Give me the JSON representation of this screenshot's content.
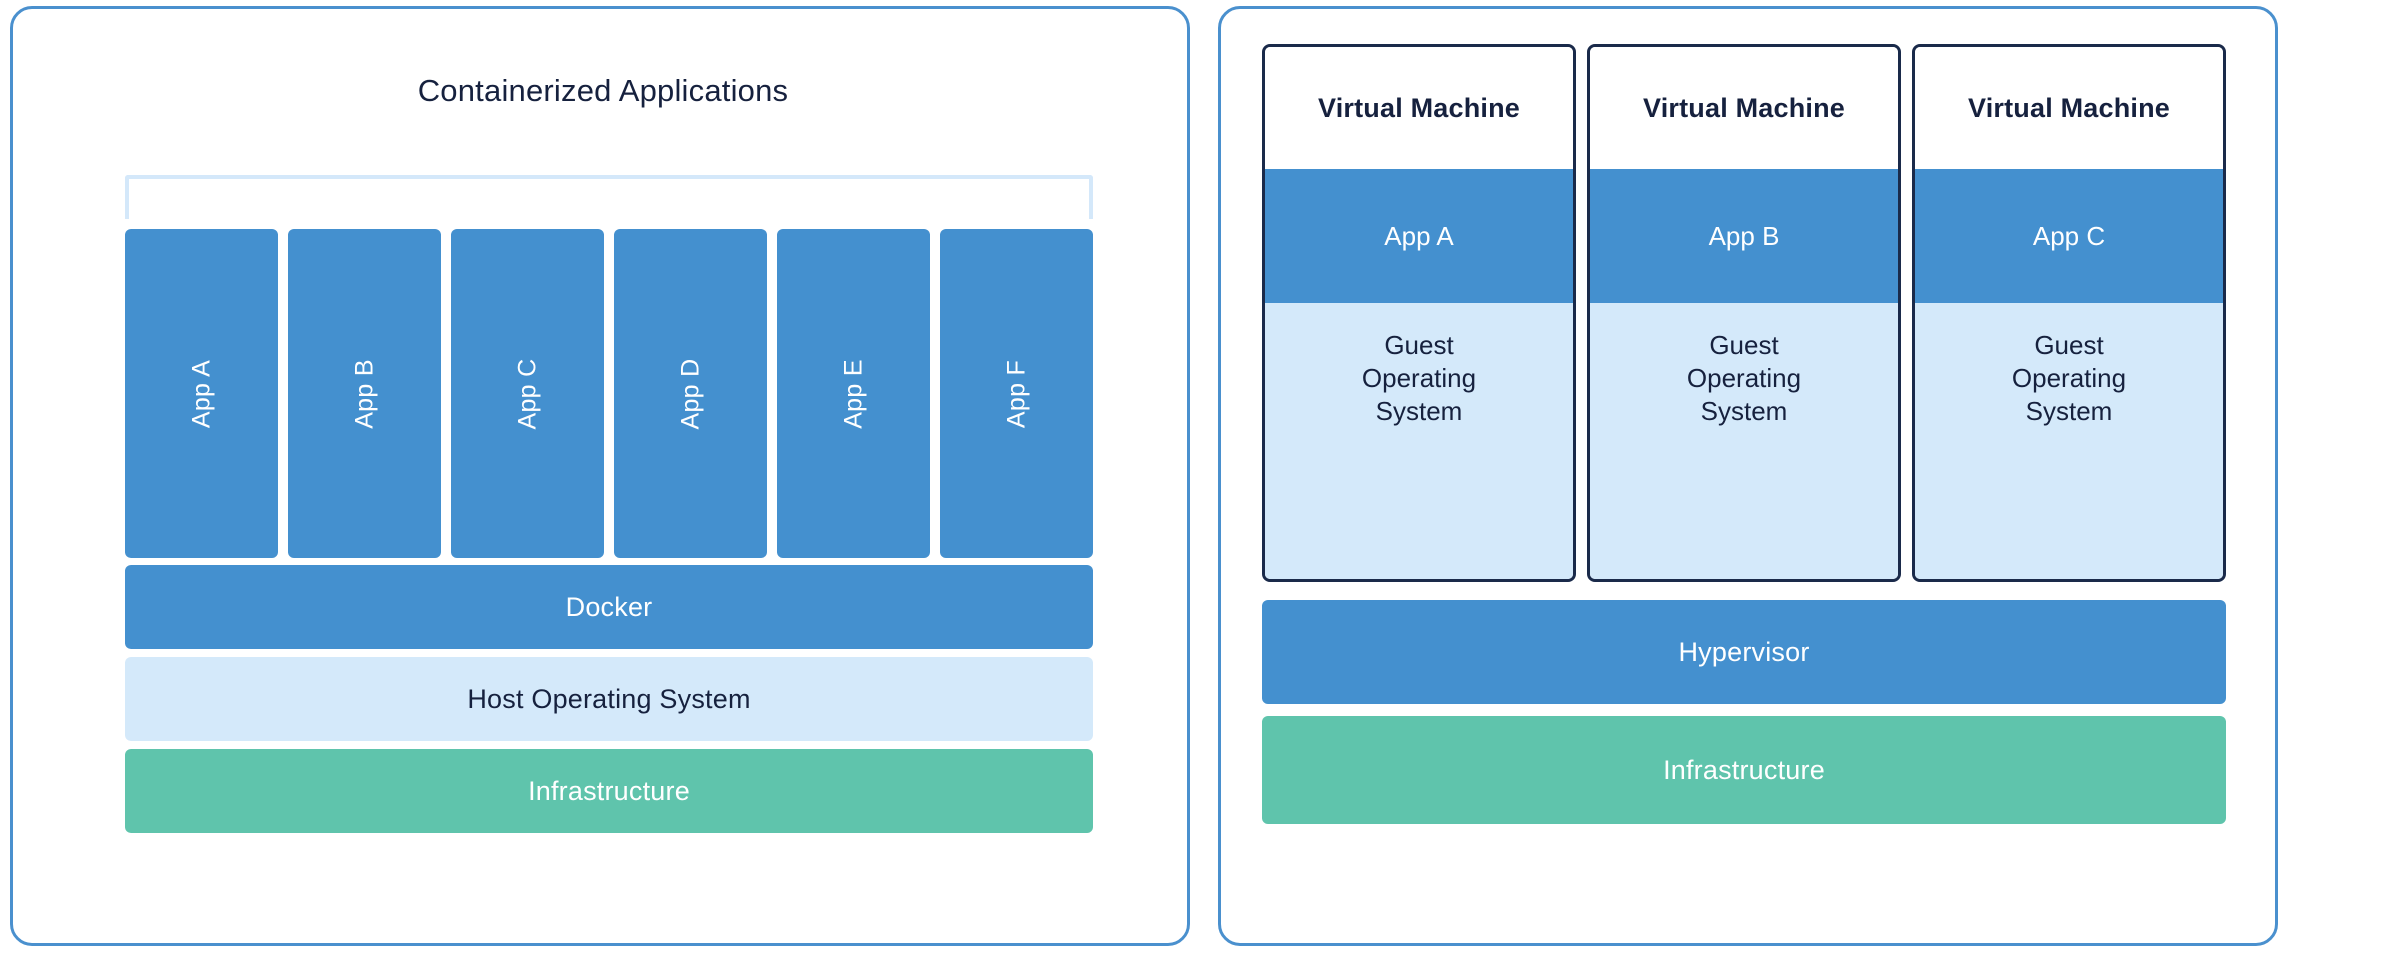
{
  "diagram": {
    "title_left": "Containerized Applications",
    "colors": {
      "panel_border": "#4A90CE",
      "accent_blue": "#4490CF",
      "light_blue": "#D4E9FA",
      "bracket_blue": "#D4E8FA",
      "green": "#5FC4AC",
      "text_navy": "#16213E",
      "card_border": "#1A2A4A",
      "white": "#FFFFFF"
    }
  },
  "left_panel": {
    "title": "Containerized Applications",
    "apps": [
      {
        "label": "App A"
      },
      {
        "label": "App B"
      },
      {
        "label": "App C"
      },
      {
        "label": "App D"
      },
      {
        "label": "App E"
      },
      {
        "label": "App F"
      }
    ],
    "layers": [
      {
        "label": "Docker",
        "color": "#4490CF",
        "text_color": "#FFFFFF"
      },
      {
        "label": "Host Operating System",
        "color": "#D4E9FA",
        "text_color": "#16213E"
      },
      {
        "label": "Infrastructure",
        "color": "#5FC4AC",
        "text_color": "#FFFFFF"
      }
    ]
  },
  "right_panel": {
    "vms": [
      {
        "title": "Virtual Machine",
        "app": "App A",
        "guest_os": "Guest\nOperating\nSystem"
      },
      {
        "title": "Virtual Machine",
        "app": "App B",
        "guest_os": "Guest\nOperating\nSystem"
      },
      {
        "title": "Virtual Machine",
        "app": "App C",
        "guest_os": "Guest\nOperating\nSystem"
      }
    ],
    "layers": [
      {
        "label": "Hypervisor",
        "color": "#4490CF",
        "text_color": "#FFFFFF"
      },
      {
        "label": "Infrastructure",
        "color": "#5FC4AC",
        "text_color": "#FFFFFF"
      }
    ]
  }
}
